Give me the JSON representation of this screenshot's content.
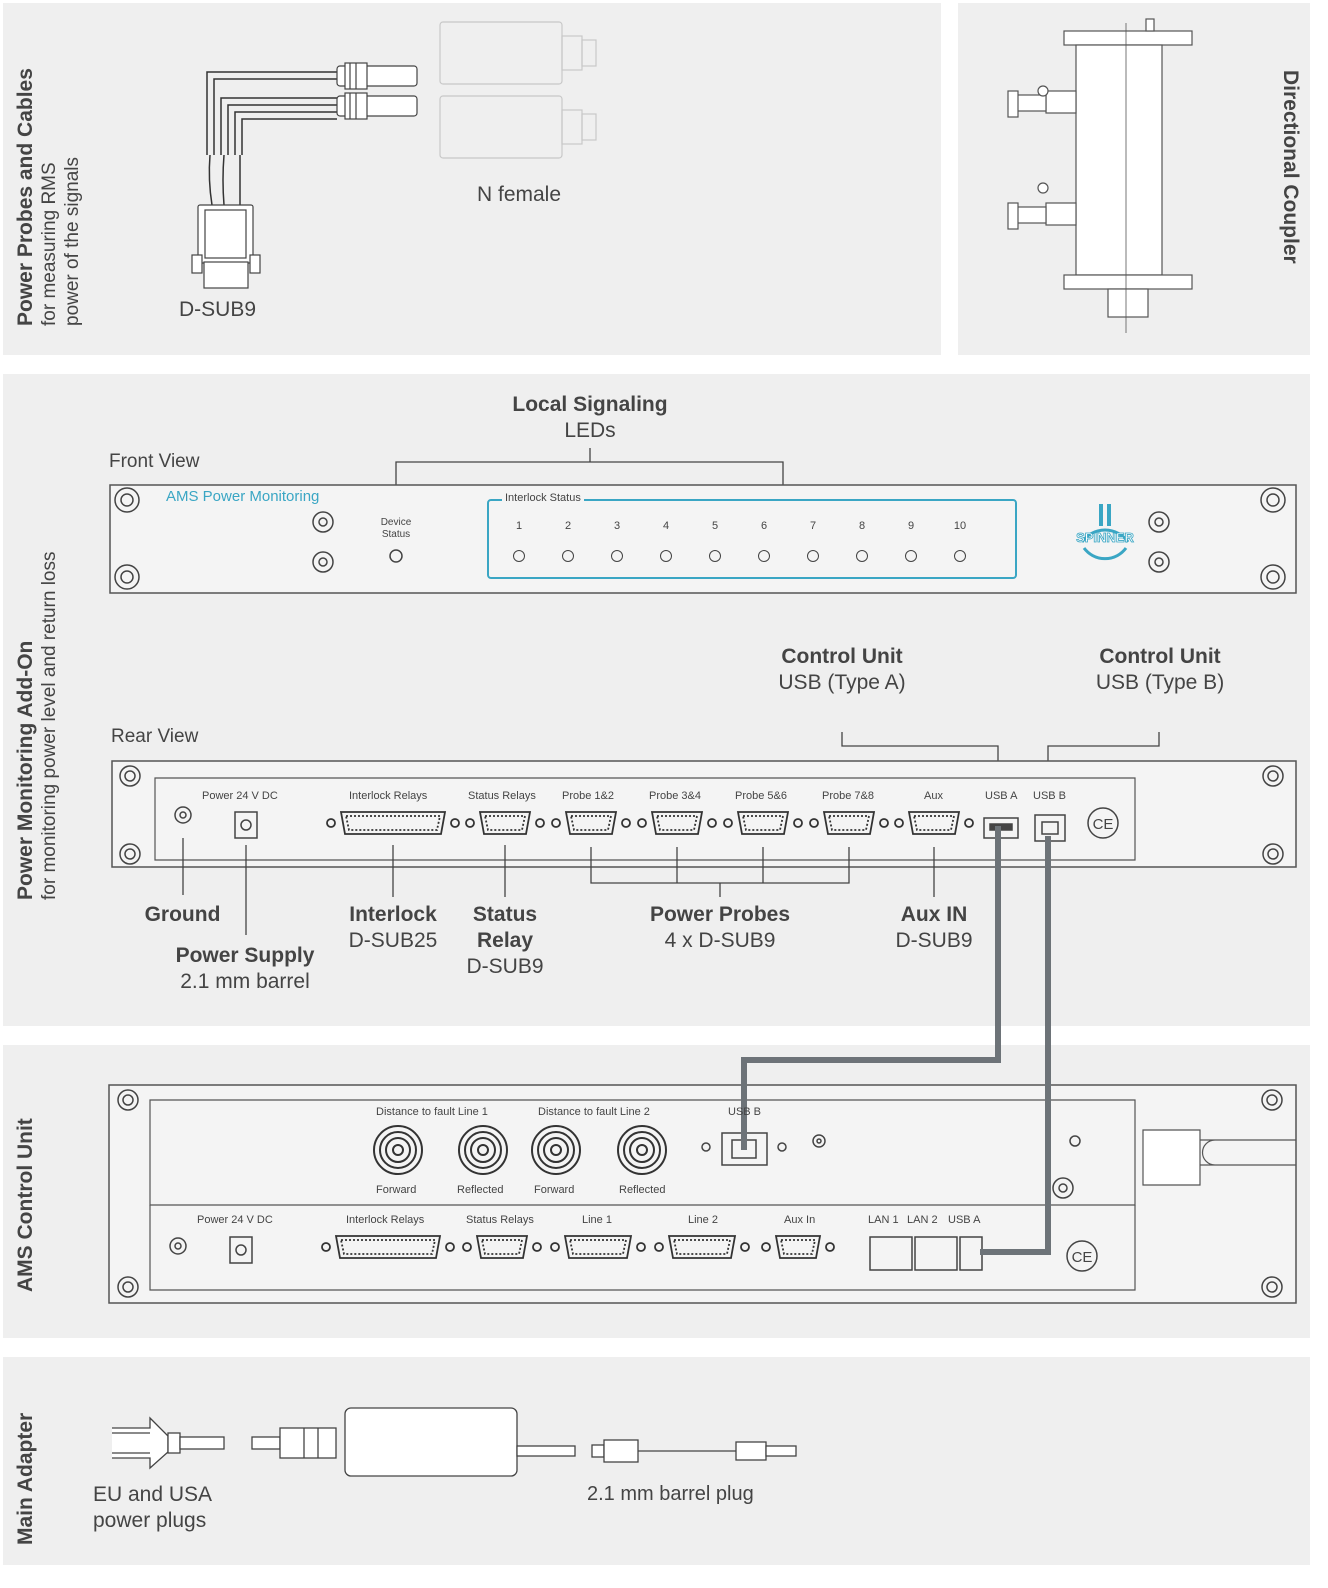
{
  "sections": {
    "probes": {
      "title": "Power Probes and Cables",
      "line1": "for measuring RMS",
      "line2": "power of the signals",
      "dsub_label": "D-SUB9",
      "nfemale_label": "N female"
    },
    "coupler": {
      "title": "Directional Coupler"
    },
    "addon": {
      "title": "Power Monitoring Add-On",
      "subtitle": "for monitoring power level and return loss"
    },
    "control": {
      "title": "AMS Control Unit"
    },
    "adapter": {
      "title": "Main Adapter"
    }
  },
  "front": {
    "view_label": "Front View",
    "brand": "AMS Power Monitoring",
    "device_status": [
      "Device",
      "Status"
    ],
    "interlock_status": "Interlock Status",
    "led_numbers": [
      "1",
      "2",
      "3",
      "4",
      "5",
      "6",
      "7",
      "8",
      "9",
      "10"
    ],
    "local_signaling_title": "Local Signaling",
    "local_signaling_sub": "LEDs",
    "logo": "SPINNER"
  },
  "rear": {
    "view_label": "Rear View",
    "ports": {
      "power": "Power 24 V DC",
      "interlock": "Interlock Relays",
      "status": "Status Relays",
      "p12": "Probe 1&2",
      "p34": "Probe 3&4",
      "p56": "Probe 5&6",
      "p78": "Probe 7&8",
      "aux": "Aux",
      "usba": "USB A",
      "usbb": "USB B"
    },
    "callouts": {
      "ground": "Ground",
      "power_title": "Power Supply",
      "power_sub": "2.1 mm barrel",
      "interlock_title": "Interlock",
      "interlock_sub": "D-SUB25",
      "status_title1": "Status",
      "status_title2": "Relay",
      "status_sub": "D-SUB9",
      "probes_title": "Power Probes",
      "probes_sub": "4 x D-SUB9",
      "aux_title": "Aux IN",
      "aux_sub": "D-SUB9",
      "cu_a_title": "Control Unit",
      "cu_a_sub": "USB (Type A)",
      "cu_b_title": "Control Unit",
      "cu_b_sub": "USB (Type B)"
    }
  },
  "control_unit": {
    "dtf1": "Distance to fault Line 1",
    "dtf2": "Distance to fault Line 2",
    "usbb": "USB B",
    "fwd1": "Forward",
    "ref1": "Reflected",
    "fwd2": "Forward",
    "ref2": "Reflected",
    "power": "Power 24 V DC",
    "interlock": "Interlock Relays",
    "status": "Status Relays",
    "line1": "Line 1",
    "line2": "Line 2",
    "aux": "Aux In",
    "lan1": "LAN 1",
    "lan2": "LAN 2",
    "usba": "USB A"
  },
  "adapter": {
    "plugs_line1": "EU and USA",
    "plugs_line2": "power plugs",
    "barrel": "2.1 mm barrel plug"
  },
  "colors": {
    "panel": "#efefef",
    "accent": "#3aa6c4",
    "cable": "#6d7378",
    "line": "#555555"
  }
}
